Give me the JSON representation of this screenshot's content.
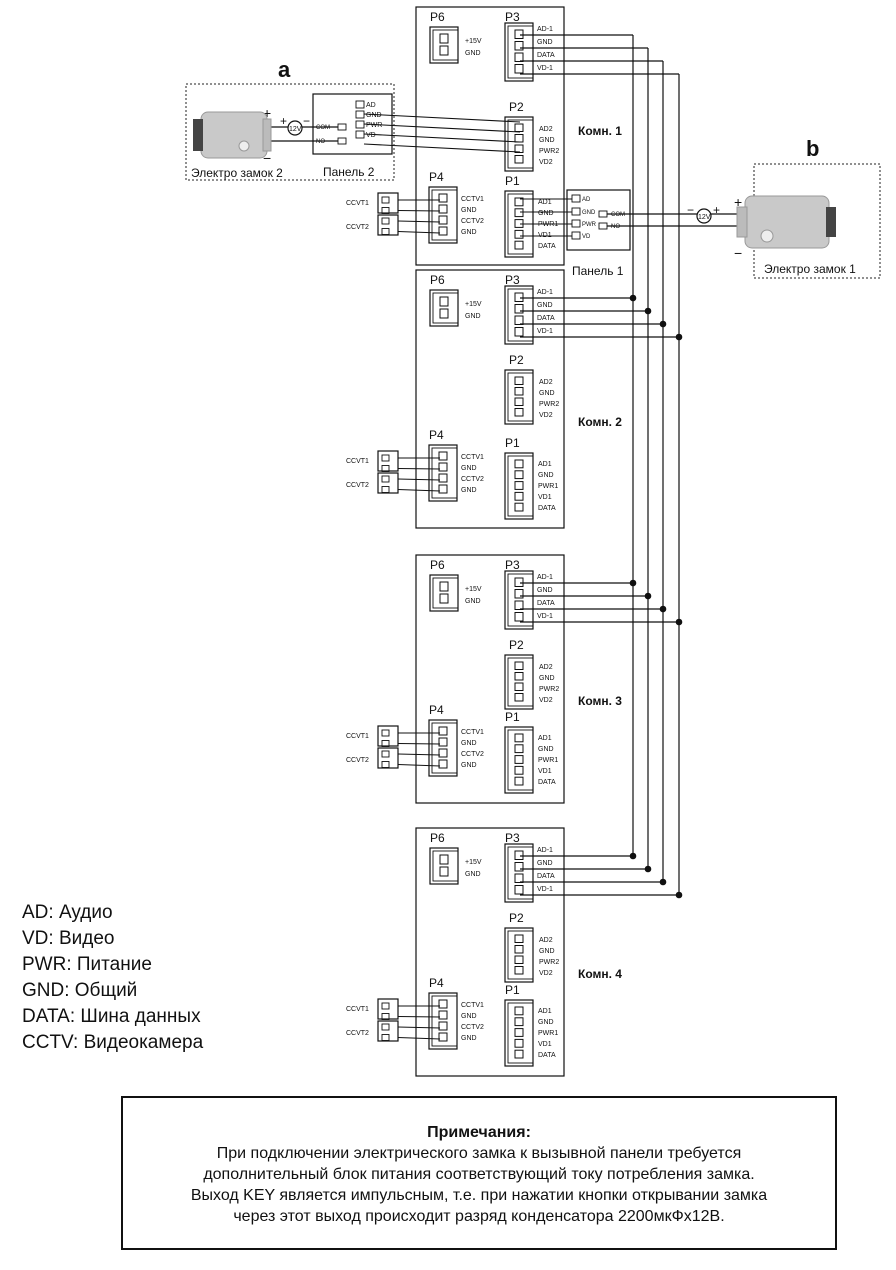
{
  "labels": {
    "a": "a",
    "b": "b",
    "lock1": "Электро замок 1",
    "lock2": "Электро замок 2",
    "panel1": "Панель 1",
    "panel2": "Панель 2",
    "room1": "Комн. 1",
    "room2": "Комн. 2",
    "room3": "Комн. 3",
    "room4": "Комн. 4",
    "p1": "P1",
    "p2": "P2",
    "p3": "P3",
    "p4": "P4",
    "p6": "P6",
    "p6_pins": [
      "+15V",
      "GND"
    ],
    "p3_pins": [
      "AD-1",
      "GND",
      "DATA",
      "VD-1"
    ],
    "p2_pins": [
      "AD2",
      "GND",
      "PWR2",
      "VD2"
    ],
    "p1_pins": [
      "AD1",
      "GND",
      "PWR1",
      "VD1",
      "DATA"
    ],
    "p4_pins": [
      "CCTV1",
      "GND",
      "CCTV2",
      "GND"
    ],
    "cam1": "CCVT1",
    "cam2": "CCVT2",
    "panel_pins": [
      "AD",
      "GND",
      "PWR",
      "VD"
    ],
    "panel_com": "COM",
    "panel_no": "NO",
    "v12": "12V",
    "plus": "+",
    "minus": "−"
  },
  "legend": [
    "AD: Аудио",
    "VD: Видео",
    "PWR: Питание",
    "GND: Общий",
    "DATA: Шина данных",
    "CCTV: Видеокамера"
  ],
  "notes": {
    "title": "Примечания:",
    "lines": [
      "При подключении электрического замка к вызывной панели требуется",
      "дополнительный блок питания соответствующий току потребления замка.",
      "Выход KEY является импульсным, т.е. при нажатии кнопки открывании замка",
      "через этот выход происходит разряд конденсатора 2200мкФх12В."
    ]
  }
}
